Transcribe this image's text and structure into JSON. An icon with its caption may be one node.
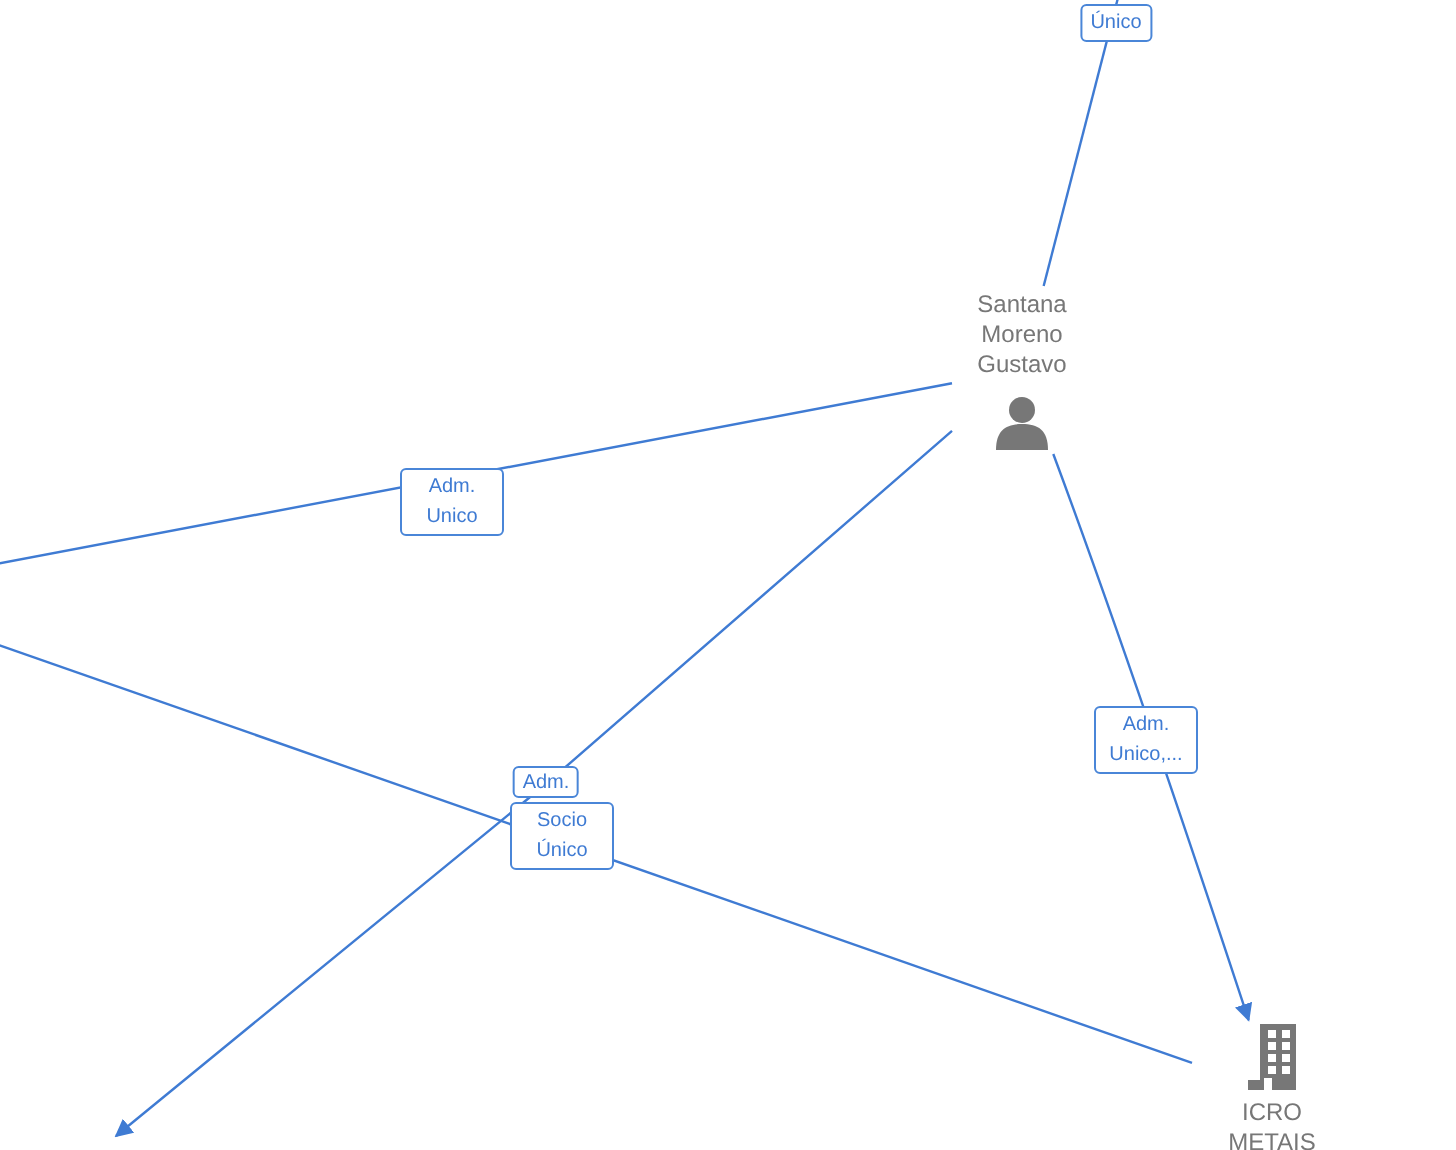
{
  "diagram": {
    "nodes": [
      {
        "text": [
          "Santana Moreno Gustavo"
        ]
      },
      {
        "text": [
          "ICRO METAIS"
        ]
      }
    ],
    "edges": [
      {
        "from": null,
        "to": 0,
        "arrow": "none",
        "label": "Único"
      },
      {
        "from": 0,
        "to": null,
        "arrow": "none",
        "label": "Adm. Unico"
      },
      {
        "from": 0,
        "to": null,
        "arrow": "to",
        "label": "Adm."
      },
      {
        "from": null,
        "to": 1,
        "arrow": "none",
        "label": "Socio Único"
      },
      {
        "from": 0,
        "to": 1,
        "arrow": "to",
        "label": "Adm. Unico,..."
      }
    ]
  }
}
